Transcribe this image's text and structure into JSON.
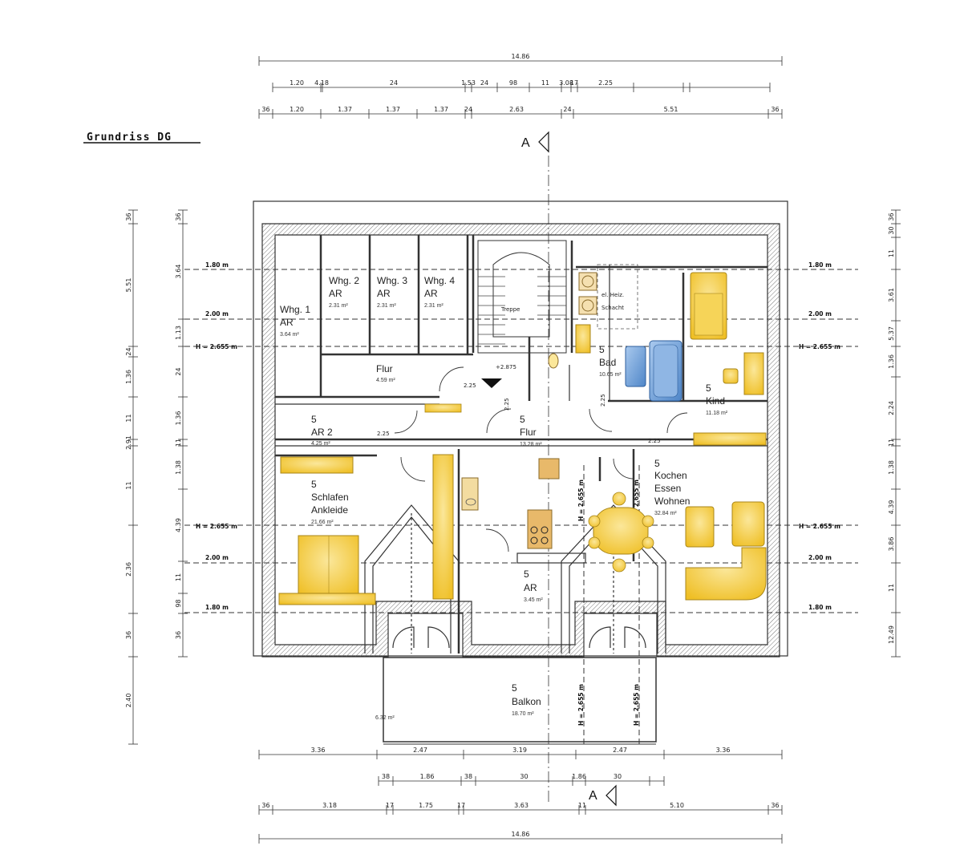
{
  "title": "Grundriss DG",
  "section_mark": "A",
  "colors": {
    "furniture": "#f3c730",
    "furniture_stroke": "#a8861a",
    "bath": "#6fa0d8",
    "wood": "#e8b96a",
    "wall_hatch": "#777777"
  },
  "rooms": {
    "whg1": {
      "name": "Whg. 1",
      "name2": "AR",
      "area": "3.64 m²"
    },
    "whg2": {
      "name": "Whg. 2",
      "name2": "AR",
      "area": "2.31 m²"
    },
    "whg3": {
      "name": "Whg. 3",
      "name2": "AR",
      "area": "2.31 m²"
    },
    "whg4": {
      "name": "Whg. 4",
      "name2": "AR",
      "area": "2.31 m²"
    },
    "flur1": {
      "name": "Flur",
      "area": "4.59 m²"
    },
    "ar2": {
      "num": "5",
      "name": "AR 2",
      "area": "4.25 m²"
    },
    "flur2": {
      "num": "5",
      "name": "Flur",
      "area": "13.28 m²"
    },
    "bad": {
      "num": "5",
      "name": "Bad",
      "area": "10.65 m²"
    },
    "kind": {
      "num": "5",
      "name": "Kind",
      "area": "11.18 m²"
    },
    "schlafen": {
      "num": "5",
      "name": "Schlafen",
      "name2": "Ankleide",
      "area": "21.66 m²"
    },
    "kochen": {
      "num": "5",
      "name": "Kochen",
      "name2": "Essen",
      "name3": "Wohnen",
      "area": "32.84 m²"
    },
    "ar3": {
      "num": "5",
      "name": "AR",
      "area": "3.45 m²"
    },
    "balkon": {
      "num": "5",
      "name": "Balkon",
      "area": "18.70 m²"
    },
    "balkon_left": {
      "area": "6.32 m²"
    }
  },
  "annotations": {
    "stair_label": "Treppe",
    "stair_level": "+2.875",
    "bath_note1": "el. Heiz.",
    "bath_note2": "Schacht",
    "ar2_door": "2.25",
    "flur1_door": "2.25",
    "bath_door": "2.25",
    "stair_door": "2.25",
    "kind_door": "2.25"
  },
  "levels_left": [
    "1.80 m",
    "2.00 m",
    "H = 2.655 m",
    "H = 2.655 m",
    "2.00 m",
    "1.80 m"
  ],
  "levels_right": [
    "1.80 m",
    "2.00 m",
    "H = 2.655 m",
    "H = 2.655 m",
    "2.00 m",
    "1.80 m"
  ],
  "vertical_heights": [
    "H = 2.655 m",
    "H = 2.655 m",
    "H = 2.655 m",
    "H = 2.655 m"
  ],
  "dims_top_total": "14.86",
  "dims_top_row2": [
    "1.20",
    "4.18",
    "24",
    "1.53",
    "24",
    "98",
    "11",
    "3.08",
    "17",
    "2.25"
  ],
  "dims_top_row3": [
    "36",
    "1.20",
    "1.37",
    "1.37",
    "1.37",
    "24",
    "2.63",
    "24",
    "5.51",
    "36"
  ],
  "dims_bottom_row1": [
    "3.36",
    "2.47",
    "3.19",
    "2.47",
    "3.36"
  ],
  "dims_bottom_row2": [
    "38",
    "1.86",
    "38",
    "30",
    "1.86",
    "30"
  ],
  "dims_bottom_row3": [
    "36",
    "3.18",
    "17",
    "1.75",
    "17",
    "3.63",
    "11",
    "5.10",
    "36"
  ],
  "dims_bottom_total": "14.86",
  "dims_left_outer": [
    "36",
    "5.51",
    "24",
    "1.36",
    "11",
    "2.91",
    "11",
    "2.36",
    "36",
    "2.40"
  ],
  "dims_left_inner": [
    "36",
    "3.64",
    "1.13",
    "24",
    "1.36",
    "11",
    "1.38",
    "4.39",
    "11",
    "98",
    "36"
  ],
  "dims_right_outer": [
    "36",
    "30",
    "11",
    "3.61",
    "5.37",
    "1.36",
    "2.24",
    "11",
    "1.38",
    "4.39",
    "3.86",
    "11",
    "12.49"
  ]
}
